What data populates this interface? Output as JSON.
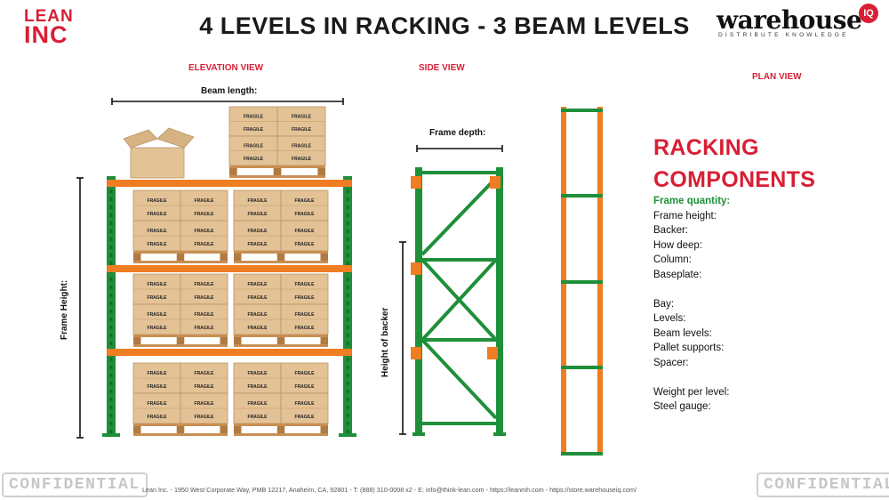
{
  "logo_left": {
    "line1": "LEAN",
    "line2": "INC"
  },
  "title": "4 LEVELS IN RACKING - 3 BEAM LEVELS",
  "logo_right": {
    "word": "warehouse",
    "badge": "IQ",
    "tagline": "DISTRIBUTE KNOWLEDGE"
  },
  "views": {
    "elevation": "ELEVATION VIEW",
    "side": "SIDE VIEW",
    "plan": "PLAN VIEW"
  },
  "dimensions": {
    "beam_length": "Beam length:",
    "frame_height": "Frame Height:",
    "frame_depth": "Frame depth:",
    "height_of_backer": "Height of backer"
  },
  "box_label": "FRAGILE",
  "components": {
    "title_line1": "RACKING",
    "title_line2": "COMPONENTS",
    "frame_items": [
      "Frame quantity:",
      "Frame height:",
      "Backer:",
      "How deep:",
      "Column:",
      "Baseplate:"
    ],
    "bay_items": [
      "Bay:",
      "Levels:",
      "Beam levels:",
      "Pallet supports:",
      "Spacer:"
    ],
    "other_items": [
      "Weight per level:",
      "Steel gauge:"
    ]
  },
  "confidential": "CONFIDENTIAL",
  "footer": "Lean Inc. - 1950 West Corporate Way, PMB 12217, Anaheim, CA, 92801 - T: (888) 310-0008 x2 - E: info@think-lean.com -  https://leanmh.com -  https://store.warehouseiq.com/",
  "colors": {
    "brand_red": "#d81f35",
    "frame_green": "#1f8f3a",
    "beam_orange": "#ef7d22",
    "box_tan": "#e3c296",
    "pallet_wood": "#c98f52"
  }
}
